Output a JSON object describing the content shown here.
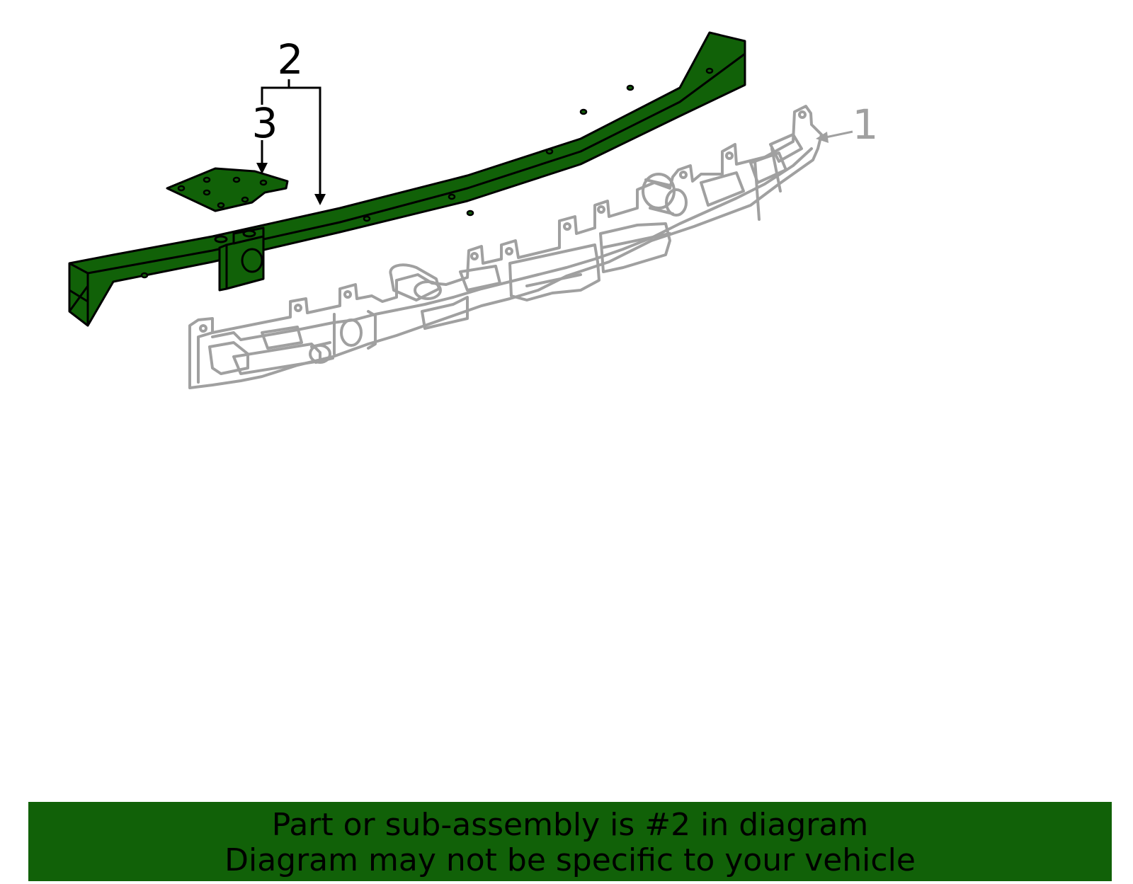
{
  "callouts": {
    "c1": "1",
    "c2": "2",
    "c3": "3"
  },
  "colors": {
    "highlight": "#116108",
    "outline_dark": "#000000",
    "outline_gray": "#a0a0a0"
  },
  "banner": {
    "line1": "Part or sub-assembly is #2 in diagram",
    "line2": "Diagram may not be specific to your vehicle"
  }
}
